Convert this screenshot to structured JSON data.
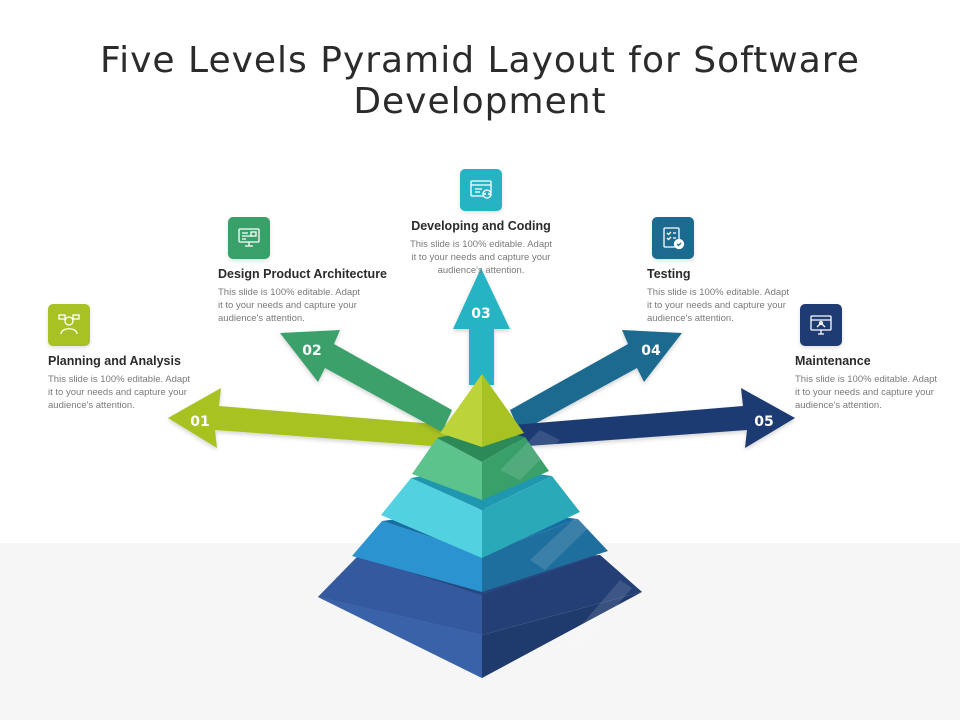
{
  "title": "Five Levels Pyramid Layout for Software Development",
  "stages": [
    {
      "number": "01",
      "title": "Planning and Analysis",
      "icon": "planning-icon",
      "color": "#a8c224",
      "desc_lines": [
        "This slide is 100% editable. Adapt",
        "it to your needs and capture your",
        "audience's attention."
      ]
    },
    {
      "number": "02",
      "title": "Design Product Architecture",
      "icon": "architecture-icon",
      "color": "#3aa06a",
      "desc_lines": [
        "This slide is 100% editable. Adapt",
        "it to your needs and capture your",
        "audience's attention."
      ]
    },
    {
      "number": "03",
      "title": "Developing and Coding",
      "icon": "coding-icon",
      "color": "#26b4c4",
      "desc_lines": [
        "This slide is 100% editable. Adapt",
        "it to your needs and capture your",
        "audience's attention."
      ]
    },
    {
      "number": "04",
      "title": "Testing",
      "icon": "testing-checklist-icon",
      "color": "#1d6a90",
      "desc_lines": [
        "This slide is 100% editable. Adapt",
        "it to your needs and capture your",
        "audience's attention."
      ]
    },
    {
      "number": "05",
      "title": "Maintenance",
      "icon": "maintenance-monitor-icon",
      "color": "#1f3b73",
      "desc_lines": [
        "This slide is 100% editable. Adapt",
        "it to your needs and capture your",
        "audience's attention."
      ]
    }
  ],
  "pyramid_colors": [
    "#bcd43a",
    "#5dc38d",
    "#52d2e0",
    "#2b93cf",
    "#2f5597"
  ]
}
